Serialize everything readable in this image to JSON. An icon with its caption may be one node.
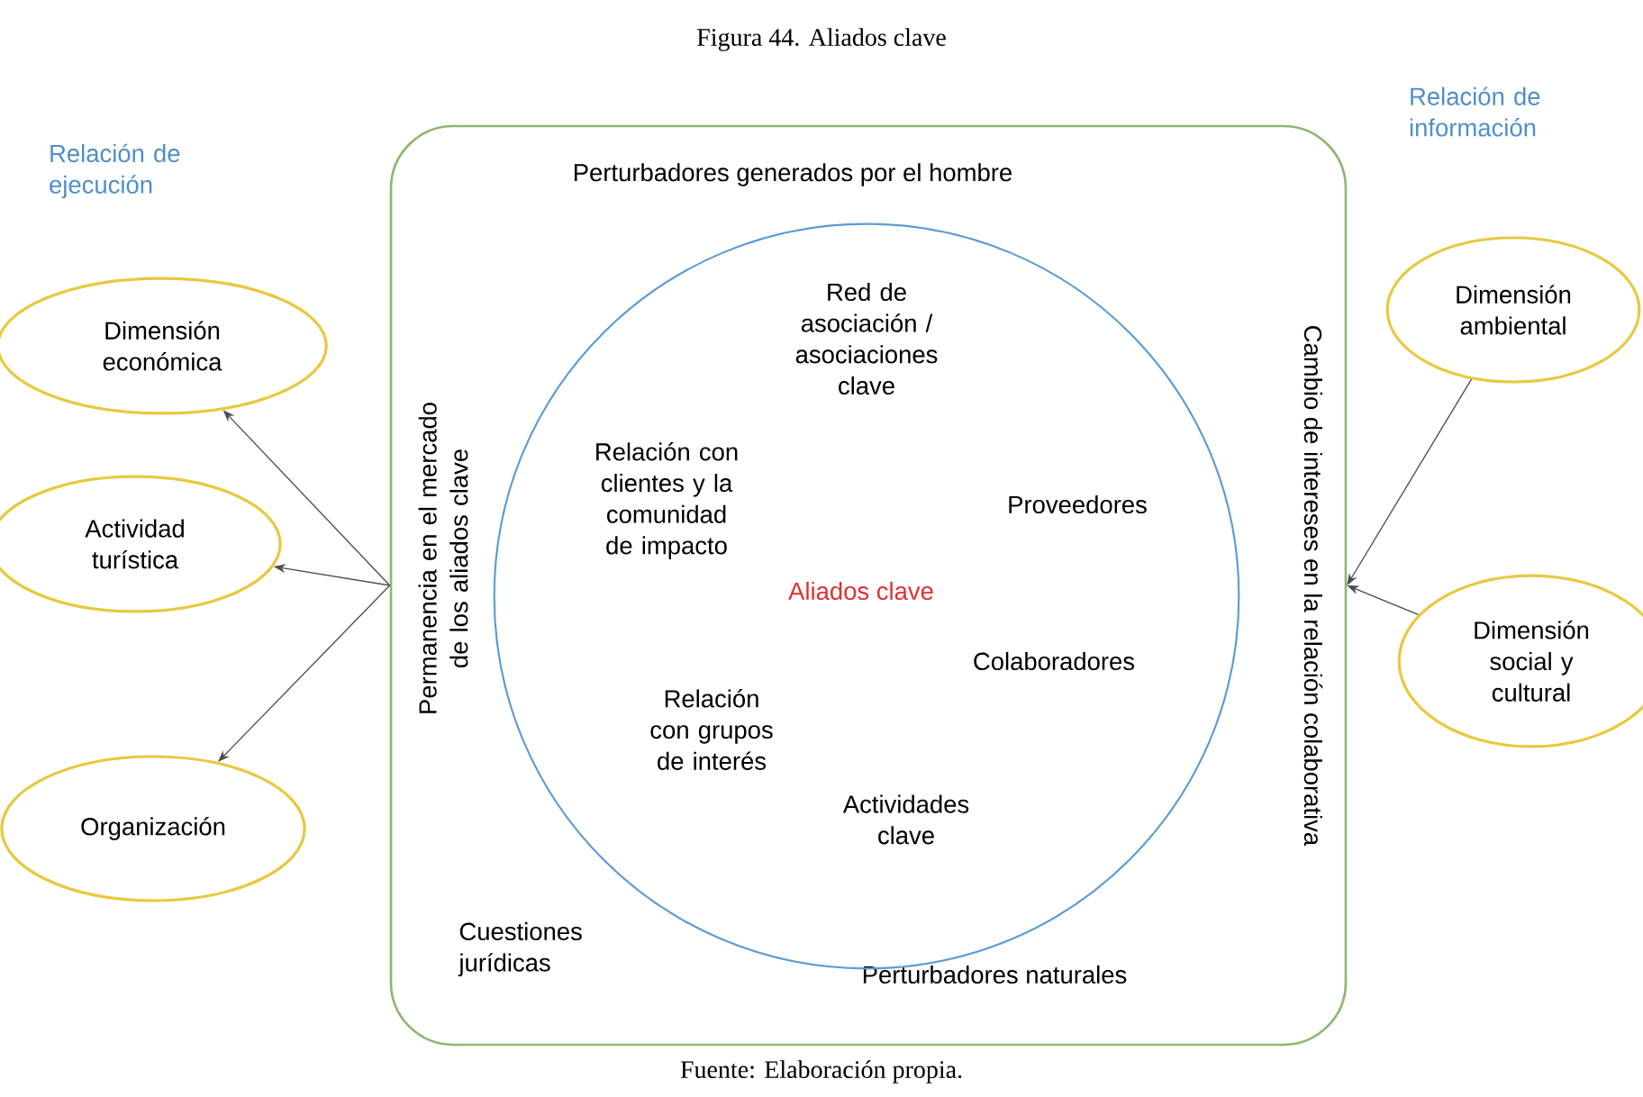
{
  "diagram": {
    "title": "Figura 44. Aliados clave",
    "caption": "Fuente: Elaboración propia.",
    "nodes": [
      {
        "text": [
          "Perturbadores generados por el hombre",
          "Permanencia en el mercado de los aliados clave",
          "Cambio de intereses en la relación colaborativa",
          "Cuestiones jurídicas",
          "Perturbadores naturales"
        ]
      },
      {
        "text": [
          "Red de asociación / asociaciones clave",
          "Relación con clientes y la comunidad de impacto",
          "Proveedores",
          "Aliados clave",
          "Colaboradores",
          "Relación con grupos de interés",
          "Actividades clave"
        ],
        "in": 0
      },
      {
        "text": [
          "Dimensión económica"
        ]
      },
      {
        "text": [
          "Actividad turística"
        ]
      },
      {
        "text": [
          "Organización"
        ]
      },
      {
        "text": [
          "Dimensión ambiental"
        ]
      },
      {
        "text": [
          "Dimensión social y cultural"
        ]
      }
    ],
    "edges": [
      {
        "from": 0,
        "to": 2,
        "arrow": "to"
      },
      {
        "from": 0,
        "to": 3,
        "arrow": "to"
      },
      {
        "from": 0,
        "to": 4,
        "arrow": "to"
      },
      {
        "from": 5,
        "to": 0,
        "arrow": "to"
      },
      {
        "from": 6,
        "to": 0,
        "arrow": "to"
      }
    ],
    "labels": [
      "Relación de ejecución",
      "Relación de información"
    ]
  }
}
